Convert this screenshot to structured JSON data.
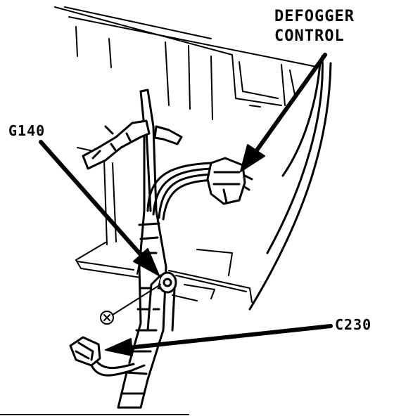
{
  "callouts": {
    "defogger_control": {
      "line1": "DEFOGGER",
      "line2": "CONTROL"
    },
    "ground": "G140",
    "connector": "C230"
  },
  "colors": {
    "ink": "#000000",
    "paper": "#ffffff"
  }
}
